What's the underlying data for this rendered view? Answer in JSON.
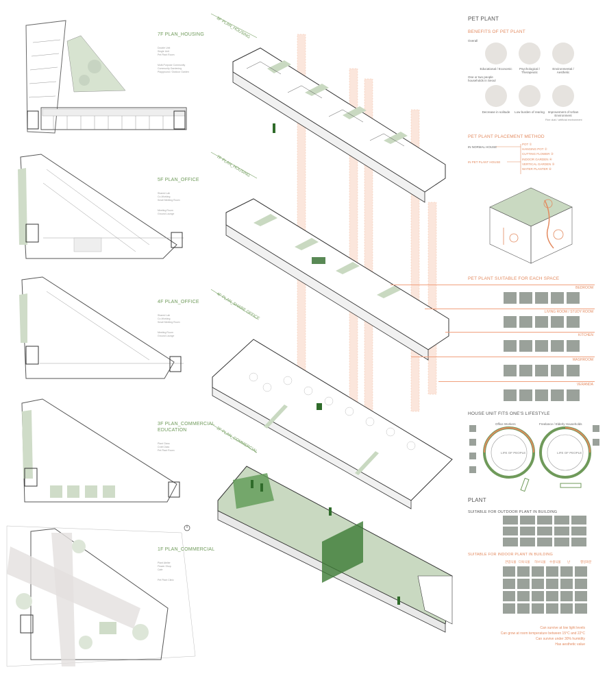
{
  "floor_plans": [
    {
      "title": "7F PLAN_HOUSING",
      "notes": [
        "Double Unit",
        "Single Unit",
        "Pet Plant Room",
        "Multi-Purpose Community",
        "Community Gardening",
        "Playground / Outdoor Garden"
      ]
    },
    {
      "title": "5F PLAN_OFFICE",
      "notes": [
        "Shared Lab",
        "Co-Working",
        "Small Meeting Room",
        "Meeting Room",
        "Ground Lounge"
      ]
    },
    {
      "title": "4F PLAN_OFFICE",
      "notes": [
        "Shared Lab",
        "Co-Working",
        "Small Meeting Room",
        "Meeting Room",
        "Ground Lounge"
      ]
    },
    {
      "title": "3F PLAN_COMMERCIAL",
      "title2": "EDUCATION",
      "notes": [
        "Plant Class",
        "Craft Class",
        "Pet Plant Room"
      ]
    },
    {
      "title": "1F PLAN_COMMERCIAL",
      "notes": [
        "Plant Atelier",
        "Flower Shop",
        "Cafe",
        "Pet Plant Clinic"
      ]
    }
  ],
  "iso_labels": [
    "8F PLAN_HOUSING",
    "7F PLAN_HOUSING",
    "4F PLAN_SHARE OFFICE",
    "2F PLAN_COMMERCIAL"
  ],
  "pet_plant": {
    "title": "PET PLANT",
    "benefits": {
      "title": "BENEFITS OF PET PLANT",
      "overall": "Overall",
      "row1": [
        "Educational / Economic",
        "Psychological / Therapeutic",
        "Environmental / Aesthetic"
      ],
      "side_note": "One or two people households in Seoul",
      "row2": [
        "Decrease in solitude",
        "Low burden of rearing",
        "Improvement of Urban Environment"
      ],
      "row2_sub": "Fine dust / artificial environment"
    },
    "placement": {
      "title": "PET PLANT PLACEMENT METHOD",
      "sources": [
        "IN NORMAL HOUSE",
        "IN PET PLANT HOUSE"
      ],
      "methods": [
        "POT ①",
        "HANGING POT ②",
        "CUTTING FLOWER ③",
        "INDOOR GARDEN ④",
        "VERTICAL GARDEN ⑤",
        "WATER PLANTER ⑥"
      ]
    },
    "spaces": {
      "title": "PET PLANT SUITABLE FOR EACH SPACE",
      "items": [
        {
          "name": "BEDROOM"
        },
        {
          "name": "LIVING ROOM / STUDY ROOM"
        },
        {
          "name": "KITCHEN"
        },
        {
          "name": "WASHROOM"
        },
        {
          "name": "VERANDA"
        }
      ]
    },
    "lifestyle": {
      "title": "HOUSE UNIT FITS ONE'S LIFESTYLE",
      "groups": [
        "Office Workers",
        "Freelance / Elderly Households"
      ],
      "cycle_label": "LIFE OF PEOPLE"
    }
  },
  "plant": {
    "title": "PLANT",
    "outdoor_title": "SUITABLE FOR OUTDOOR PLANT IN BUILDING",
    "indoor_title": "SUITABLE FOR INDOOR PLANT IN BUILDING",
    "indoor_columns": [
      "관엽식물",
      "다육식물",
      "허브식물",
      "수생식물",
      "난",
      "행잉화분"
    ],
    "conditions": [
      "Can survive at low light levels",
      "Can grow at room temperature between 15°C and 22°C",
      "Can survive under 30% humidity",
      "Has aesthetic value"
    ]
  },
  "colors": {
    "accent_green": "#6f9a5a",
    "accent_orange": "#e38a5f",
    "fill_green": "#c9d9c1"
  }
}
